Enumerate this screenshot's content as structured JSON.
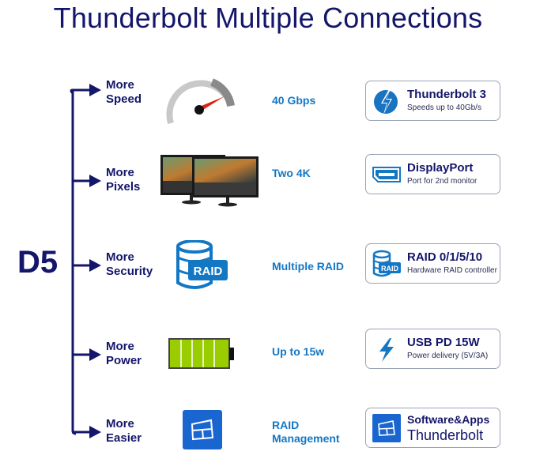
{
  "title": "Thunderbolt Multiple Connections",
  "root_label": "D5",
  "colors": {
    "navy": "#14166b",
    "accent": "#1477c4",
    "battery": "#9acd00",
    "gauge_needle": "#e02010"
  },
  "rows": [
    {
      "label_line1": "More",
      "label_line2": "Speed",
      "icon": "speedometer-icon",
      "mid_line1": "40 Gbps",
      "mid_line2": "",
      "card_icon": "thunderbolt-icon",
      "card_title": "Thunderbolt 3",
      "card_subtitle": "Speeds up to 40Gb/s"
    },
    {
      "label_line1": "More",
      "label_line2": "Pixels",
      "icon": "dual-monitor-icon",
      "mid_line1": "Two 4K",
      "mid_line2": "",
      "card_icon": "displayport-icon",
      "card_title": "DisplayPort",
      "card_subtitle": "Port for 2nd monitor"
    },
    {
      "label_line1": "More",
      "label_line2": "Security",
      "icon": "raid-database-icon",
      "mid_line1": "Multiple RAID",
      "mid_line2": "",
      "card_icon": "raid-icon",
      "card_title": "RAID 0/1/5/10",
      "card_subtitle": "Hardware RAID controller"
    },
    {
      "label_line1": "More",
      "label_line2": "Power",
      "icon": "battery-icon",
      "mid_line1": "Up to 15w",
      "mid_line2": "",
      "card_icon": "lightning-icon",
      "card_title": "USB PD 15W",
      "card_subtitle": "Power delivery (5V/3A)"
    },
    {
      "label_line1": "More",
      "label_line2": "Easier",
      "icon": "app-window-icon",
      "mid_line1": "RAID",
      "mid_line2": "Management",
      "card_icon": "app-window-icon",
      "card_title": "Software&Apps",
      "card_subtitle": "Thunderbolt"
    }
  ],
  "icon_text": {
    "raid_badge": "RAID",
    "card_raid_badge": "RAID"
  }
}
